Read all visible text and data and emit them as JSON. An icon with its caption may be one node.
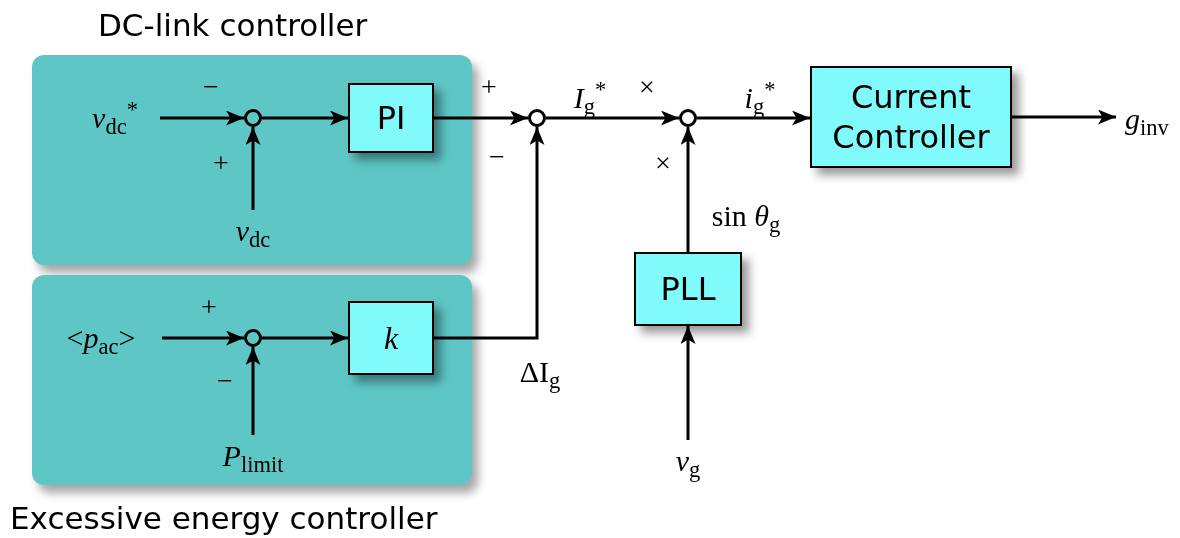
{
  "diagram": {
    "nodes": [
      {
        "text": [
          "DC-link controller"
        ]
      },
      {
        "text": [
          "*v*$_{dc}$$^{*}$"
        ],
        "in": 0
      },
      {
        "text": [],
        "shape": "circle",
        "in": 0
      },
      {
        "text": [
          "PI"
        ],
        "in": 0
      },
      {
        "text": [
          "*v*$_{dc}$"
        ],
        "in": 0
      },
      {
        "text": [
          "Excessive energy controller"
        ]
      },
      {
        "text": [
          "<*p*$_{ac}$>"
        ],
        "in": 5
      },
      {
        "text": [],
        "shape": "circle",
        "in": 5
      },
      {
        "text": [
          "k"
        ],
        "in": 5
      },
      {
        "text": [
          "*P*$_{limit}$"
        ],
        "in": 5
      },
      {
        "text": [],
        "shape": "circle"
      },
      {
        "text": [],
        "shape": "circle"
      },
      {
        "text": [
          "PLL"
        ]
      },
      {
        "text": [
          "*v*$_{g}$"
        ]
      },
      {
        "text": [
          "Current Controller"
        ]
      },
      {
        "text": [
          "*g*$_{inv}$"
        ]
      }
    ],
    "edges": [
      {
        "from": 1,
        "to": 2,
        "arrow": "to"
      },
      {
        "from": 4,
        "to": 2,
        "arrow": "to"
      },
      {
        "from": 2,
        "to": 3,
        "arrow": "to"
      },
      {
        "from": 3,
        "to": 10,
        "arrow": "to"
      },
      {
        "from": 6,
        "to": 7,
        "arrow": "to"
      },
      {
        "from": 9,
        "to": 7,
        "arrow": "to"
      },
      {
        "from": 7,
        "to": 8,
        "arrow": "to"
      },
      {
        "from": 8,
        "to": 10,
        "arrow": "to",
        "label": "ΔI$_{g}$"
      },
      {
        "from": 10,
        "to": 11,
        "arrow": "to",
        "label": "*I*$_{g}$$^{*}$"
      },
      {
        "from": 11,
        "to": 14,
        "arrow": "to",
        "label": "*i*$_{g}$$^{*}$"
      },
      {
        "from": 12,
        "to": 11,
        "arrow": "to",
        "label": "sin *θ*$_{g}$"
      },
      {
        "from": 13,
        "to": 12,
        "arrow": "to"
      },
      {
        "from": 14,
        "to": 15,
        "arrow": "to"
      }
    ],
    "labels": [
      "−",
      "+",
      "×",
      "+",
      "−",
      "×",
      "+",
      "−"
    ]
  }
}
